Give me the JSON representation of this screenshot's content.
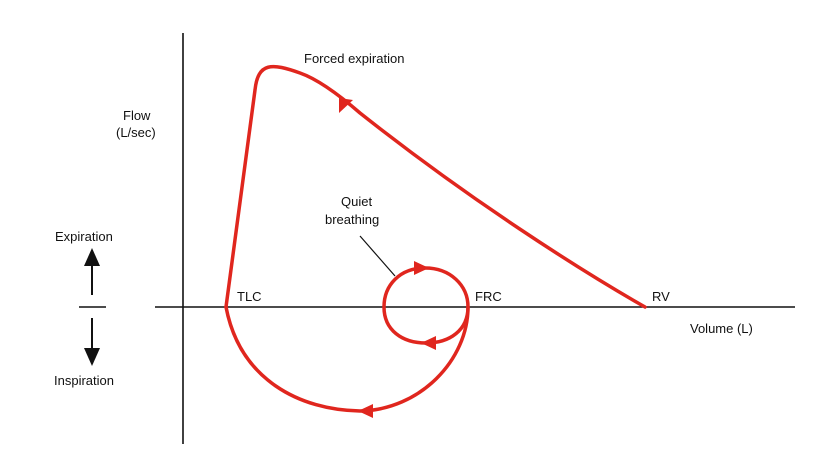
{
  "colors": {
    "background": "#ffffff",
    "axis": "#111111",
    "curve": "#e0261e",
    "text": "#111111"
  },
  "labels": {
    "forced_expiration": "Forced expiration",
    "flow_line1": "Flow",
    "flow_line2": "(L/sec)",
    "quiet_line1": "Quiet",
    "quiet_line2": "breathing",
    "tlc": "TLC",
    "frc": "FRC",
    "rv": "RV",
    "volume": "Volume (L)",
    "expiration": "Expiration",
    "inspiration": "Inspiration"
  },
  "icons": {
    "direction_up": "arrow-up-icon",
    "direction_down": "arrow-down-icon",
    "curve_direction": "arrowhead-icon"
  }
}
